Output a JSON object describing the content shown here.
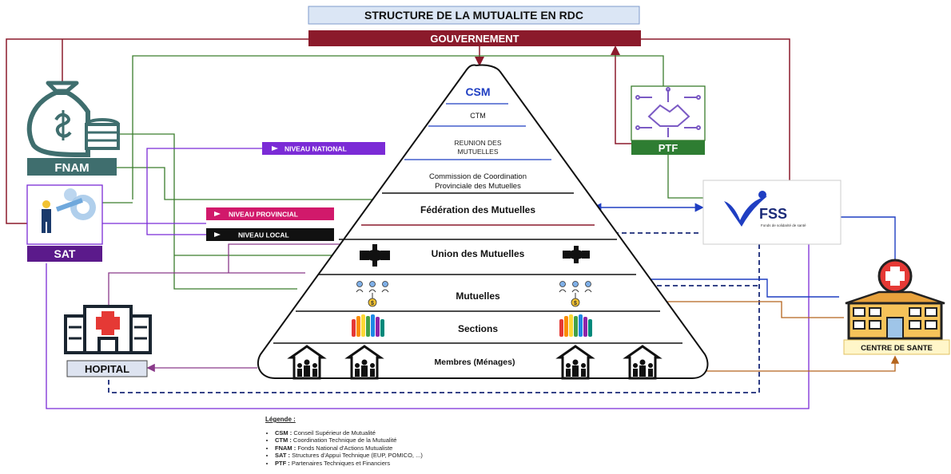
{
  "title": "STRUCTURE DE LA MUTUALITE EN RDC",
  "gouvernement": "GOUVERNEMENT",
  "pyramid": {
    "csm": "CSM",
    "ctm": "CTM",
    "reunion_line1": "REUNION DES",
    "reunion_line2": "MUTUELLES",
    "commission_line1": "Commission de Coordination",
    "commission_line2": "Provinciale des Mutuelles",
    "federation": "Fédération des Mutuelles",
    "union": "Union des Mutuelles",
    "mutuelles": "Mutuelles",
    "sections": "Sections",
    "membres": "Membres (Ménages)"
  },
  "levels": {
    "national": "NIVEAU NATIONAL",
    "provincial": "NIVEAU PROVINCIAL",
    "local": "NIVEAU LOCAL"
  },
  "actors": {
    "fnam": "FNAM",
    "sat": "SAT",
    "ptf": "PTF",
    "hopital": "HOPITAL",
    "centre_sante": "CENTRE DE SANTE",
    "fss_logo": "FSS",
    "fss_sub": "Fonds de solidarité de santé"
  },
  "colors": {
    "gouvernement": "#8b1a2b",
    "green": "#3a7d2c",
    "purple": "#7b2bd6",
    "blue": "#1f3ec2",
    "teal": "#3f6e6e",
    "navy": "#1a2a78"
  },
  "legend": {
    "title": "Légende :",
    "items": [
      {
        "abbr": "CSM :",
        "text": "Conseil Supérieur de Mutualité"
      },
      {
        "abbr": "CTM :",
        "text": "Coordination Technique de la Mutualité"
      },
      {
        "abbr": "FNAM :",
        "text": "Fonds National d'Actions Mutualiste"
      },
      {
        "abbr": "SAT :",
        "text": "Structures d'Appui Technique (EUP, POMICO, ...)"
      },
      {
        "abbr": "PTF :",
        "text": "Partenaires Techniques et Financiers"
      }
    ]
  }
}
